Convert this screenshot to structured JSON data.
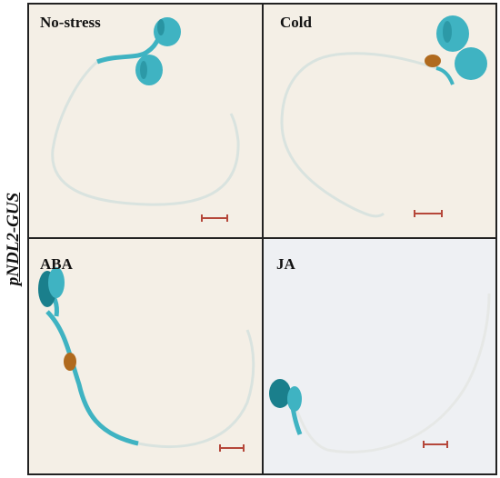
{
  "figure": {
    "side_label": "pNDL2-GUS",
    "panels": [
      {
        "label": "No-stress"
      },
      {
        "label": "Cold"
      },
      {
        "label": "ABA"
      },
      {
        "label": "JA"
      }
    ]
  },
  "colors": {
    "background_warm": "#f4efe6",
    "background_cool": "#eef0f3",
    "gus_blue": "#3fb3c2",
    "gus_dark": "#1a7f8c",
    "root": "#d9e3df",
    "seed": "#b06a1e",
    "scale_bar": "#b5473a"
  }
}
